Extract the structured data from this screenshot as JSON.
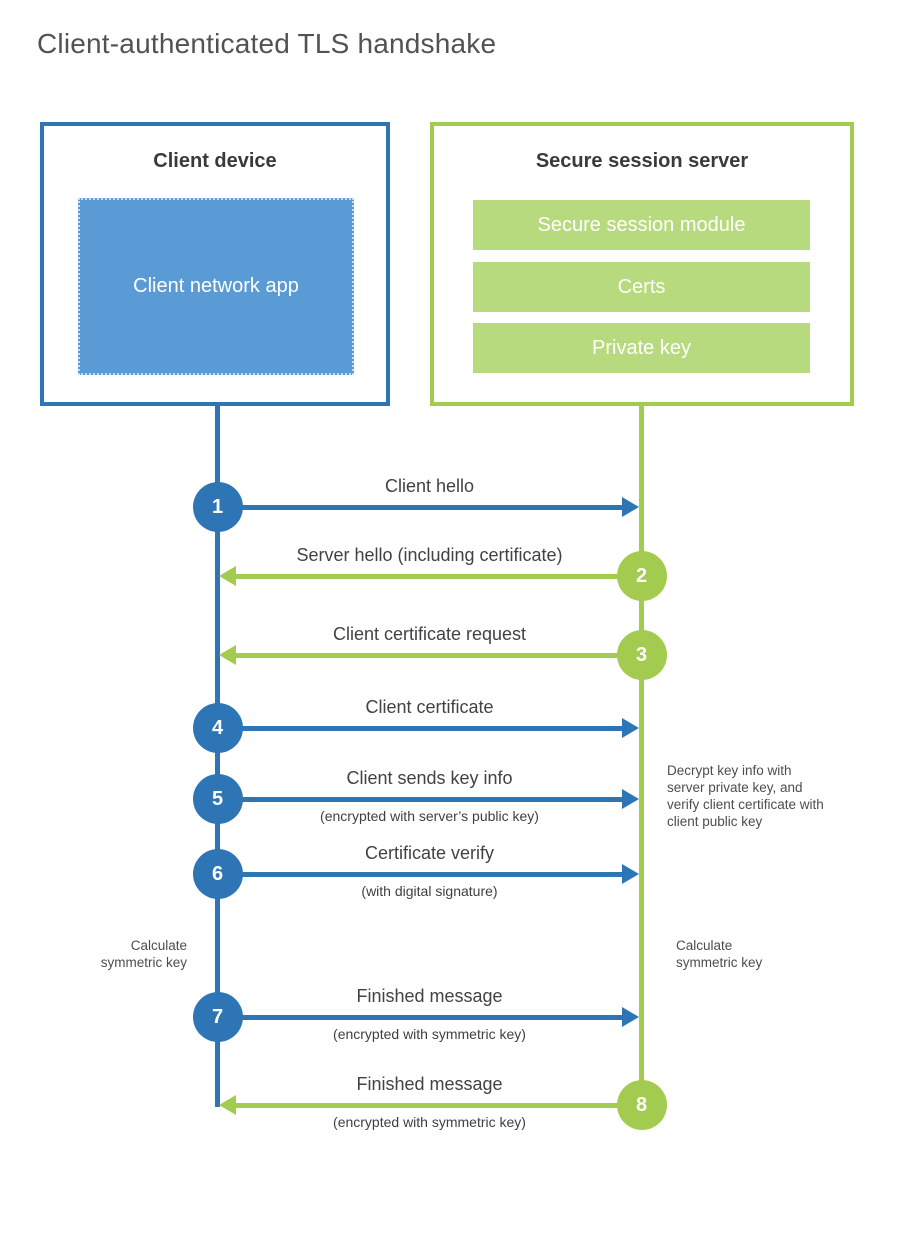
{
  "title": "Client-authenticated TLS handshake",
  "colors": {
    "blue": "#2e75b6",
    "blue_light": "#5b9bd5",
    "green": "#a3cb50",
    "green_light": "#b8da7e"
  },
  "client": {
    "title": "Client device",
    "app_label": "Client network app"
  },
  "server": {
    "title": "Secure session server",
    "modules": [
      "Secure session module",
      "Certs",
      "Private key"
    ]
  },
  "steps": [
    {
      "num": "1",
      "from": "client",
      "label": "Client hello",
      "sub": ""
    },
    {
      "num": "2",
      "from": "server",
      "label": "Server hello (including certificate)",
      "sub": ""
    },
    {
      "num": "3",
      "from": "server",
      "label": "Client certificate request",
      "sub": ""
    },
    {
      "num": "4",
      "from": "client",
      "label": "Client certificate",
      "sub": ""
    },
    {
      "num": "5",
      "from": "client",
      "label": "Client sends key info",
      "sub": "(encrypted with server’s public key)"
    },
    {
      "num": "6",
      "from": "client",
      "label": "Certificate verify",
      "sub": "(with digital signature)"
    },
    {
      "num": "7",
      "from": "client",
      "label": "Finished message",
      "sub": "(encrypted with symmetric key)"
    },
    {
      "num": "8",
      "from": "server",
      "label": "Finished message",
      "sub": "(encrypted with symmetric key)"
    }
  ],
  "notes": {
    "decrypt": "Decrypt key info with server private key, and verify client certificate with client public key",
    "calc_left": "Calculate symmetric key",
    "calc_right": "Calculate symmetric key"
  }
}
